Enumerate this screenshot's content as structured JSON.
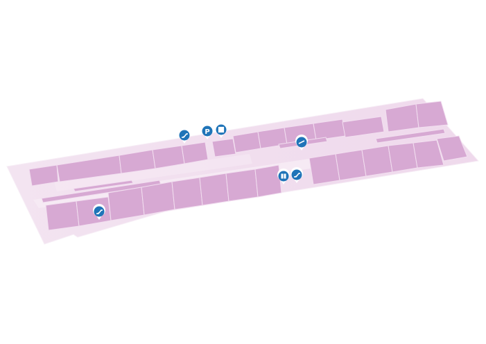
{
  "map": {
    "colors": {
      "floor": "#f0dcee",
      "corridor": "#f6eaf4",
      "unit": "#d7a9d3",
      "pin": "#1f74b8"
    },
    "poi": [
      {
        "name": "escalator-icon-1",
        "icon": "escalator"
      },
      {
        "name": "parking-icon",
        "icon": "parking",
        "label": "P"
      },
      {
        "name": "atm-icon",
        "icon": "atm"
      },
      {
        "name": "escalator-icon-2",
        "icon": "escalator-alt"
      },
      {
        "name": "toilets-icon",
        "icon": "toilets"
      },
      {
        "name": "escalator-icon-3",
        "icon": "escalator"
      },
      {
        "name": "escalator-icon-4",
        "icon": "escalator"
      }
    ]
  }
}
